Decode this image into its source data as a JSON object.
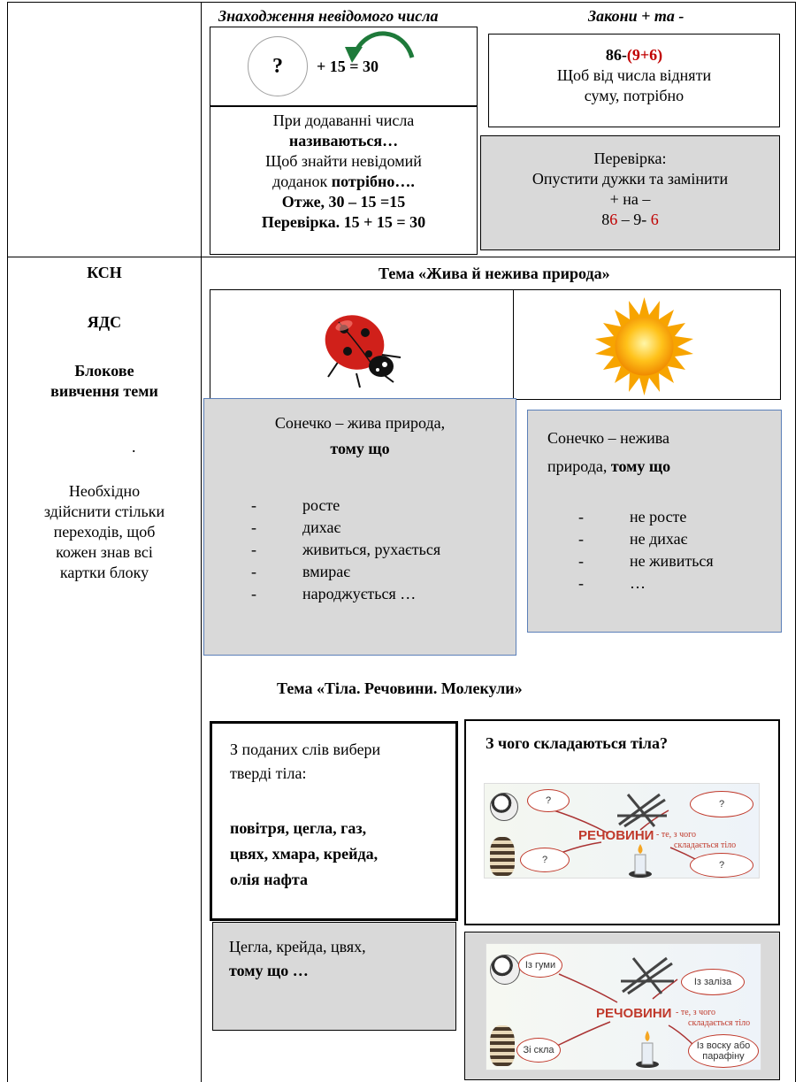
{
  "top": {
    "header_left": "Знаходження невідомого числа",
    "header_right": "Закони + та -",
    "equation_q": "?",
    "equation_rest": "+ 15 = 30",
    "addition_text": {
      "l1": "При додаванні числа",
      "l2": "називаються…",
      "l3": "Щоб знайти невідомий",
      "l4a": "доданок ",
      "l4b": "потрібно….",
      "l5": "Отже, 30 – 15 =15",
      "l6": "Перевірка. 15 + 15 = 30"
    },
    "law_box": {
      "expr_a": "86-",
      "expr_b": "(9+6)",
      "l1": "Щоб від числа відняти",
      "l2": "суму, потрібно"
    },
    "check_box": {
      "l1": "Перевірка:",
      "l2": "Опустити дужки та замінити",
      "l3": "+ на –",
      "l4a": "8",
      "l4b": "6",
      "l4c": " – 9- ",
      "l4d": "6"
    }
  },
  "left_col": {
    "ksn": "КСН",
    "yads": "ЯДС",
    "block_l1": "Блокове",
    "block_l2": "вивчення теми",
    "dot": ".",
    "note_l1": "Необхідно",
    "note_l2": "здійснити стільки",
    "note_l3": "переходів, щоб",
    "note_l4": "кожен знав всі",
    "note_l5": "картки блоку"
  },
  "nature": {
    "title": "Тема «Жива й нежива природа»",
    "living": {
      "l1": "Сонечко – жива природа,",
      "l2": "тому що",
      "items": [
        "росте",
        "дихає",
        "живиться, рухається",
        "вмирає",
        "народжується …"
      ]
    },
    "nonliving": {
      "l1": "Сонечко – нежива",
      "l2a": "природа, ",
      "l2b": "тому що",
      "items": [
        "не росте",
        "не дихає",
        "не живиться",
        "…"
      ]
    }
  },
  "bodies": {
    "title": "Тема «Тіла. Речовини. Молекули»",
    "task": {
      "l1": "З поданих слів вибери",
      "l2": "тверді тіла:",
      "w1": "повітря, цегла, газ,",
      "w2": "цвях, хмара, крейда,",
      "w3": "олія нафта"
    },
    "question": "З чого складаються тіла?",
    "answer": {
      "l1": "Цегла, крейда, цвях,",
      "l2": "тому що …"
    },
    "diagram1": {
      "center": "РЕЧОВИНИ",
      "sub1": "- те, з чого",
      "sub2": "складається тіло",
      "q1": "?",
      "q2": "?",
      "q3": "?",
      "q4": "?"
    },
    "diagram2": {
      "center": "РЕЧОВИНИ",
      "sub1": "- те, з чого",
      "sub2": "складається тіло",
      "a1": "Із гуми",
      "a2": "Із заліза",
      "a3": "Зі скла",
      "a4": "Із воску або парафіну"
    }
  },
  "colors": {
    "red": "#c00000",
    "gray_fill": "#d9d9d9",
    "blue_border": "#5b7fb8",
    "arrow_green": "#1e7a3a"
  }
}
